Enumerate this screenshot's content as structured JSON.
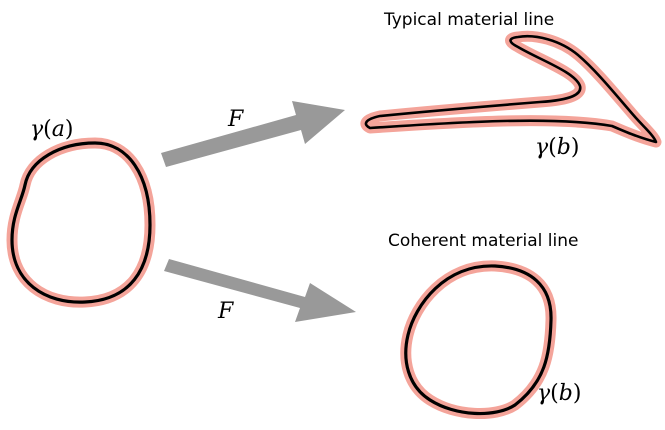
{
  "labels": {
    "typical_title": "Typical material line",
    "coherent_title": "Coherent material line",
    "map_symbol": "F",
    "gamma_a": {
      "symbol": "γ",
      "open": "(",
      "arg": "a",
      "close": ")"
    },
    "gamma_b": {
      "symbol": "γ",
      "open": "(",
      "arg": "b",
      "close": ")"
    }
  },
  "colors": {
    "curve_halo": "#f4a49a",
    "curve_core": "#000000",
    "arrow": "#999999"
  }
}
